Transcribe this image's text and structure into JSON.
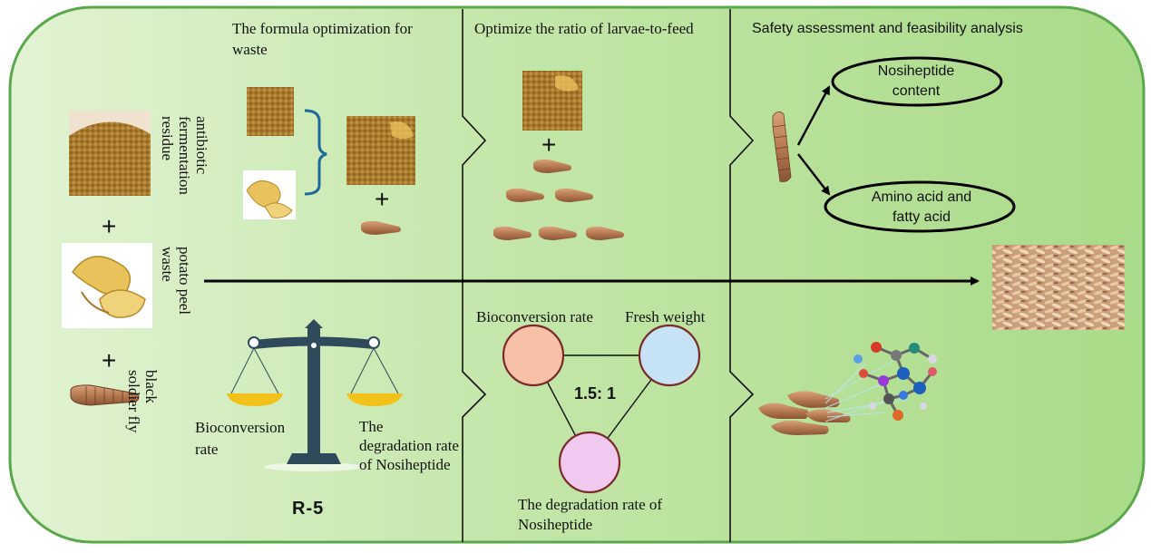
{
  "colors": {
    "background_light": "#dff1cf",
    "background_mid": "#aedd8e",
    "border": "#4a9a3a",
    "node_bioconversion": "#f6c1a6",
    "node_fresh_weight": "#c6e3f5",
    "node_degradation": "#f2c9ee",
    "balance_dark": "#2f4a5a",
    "balance_pan": "#f3c21a"
  },
  "left": {
    "ingredient1_label": "antibiotic fermentation residue",
    "ingredient2_label": "potato peel waste",
    "ingredient3_label": "black soldier fly",
    "plus": "+"
  },
  "panel1": {
    "title": "The formula optimization for waste",
    "plus": "+",
    "balance_left_label": "Bioconversion rate",
    "balance_right_label": "The degradation rate of Nosiheptide",
    "result_label": "R-5"
  },
  "panel2": {
    "title": "Optimize the ratio of larvae-to-feed",
    "plus": "+",
    "node_bioconversion": "Bioconversion rate",
    "node_fresh_weight": "Fresh weight",
    "node_degradation": "The degradation rate of Nosiheptide",
    "ratio": "1.5: 1"
  },
  "panel3": {
    "title": "Safety assessment and feasibility analysis",
    "ellipse1": "Nosiheptide content",
    "ellipse2": "Amino acid and fatty acid"
  },
  "icons": [
    "powder-image",
    "potato-peel-image",
    "larva-image",
    "balance-scale-icon",
    "molecule-icon",
    "larvae-pile-image",
    "arrow-right-icon"
  ]
}
